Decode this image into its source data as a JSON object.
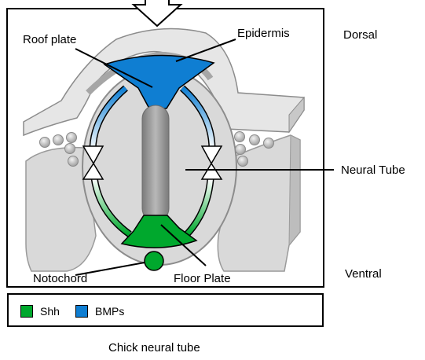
{
  "labels": {
    "roof_plate": "Roof plate",
    "epidermis": "Epidermis",
    "dorsal": "Dorsal",
    "neural_tube": "Neural Tube",
    "ventral": "Ventral",
    "notochord": "Notochord",
    "floor_plate": "Floor Plate"
  },
  "legend": {
    "items": [
      {
        "label": "Shh",
        "color": "#00a82d"
      },
      {
        "label": "BMPs",
        "color": "#0f7ed2"
      }
    ]
  },
  "caption": "Chick neural tube",
  "colors": {
    "shh_green": "#00a82d",
    "bmp_blue": "#0f7ed2",
    "tissue_gray": "#d9d9d9",
    "outline_gray": "#8c8c8c"
  }
}
